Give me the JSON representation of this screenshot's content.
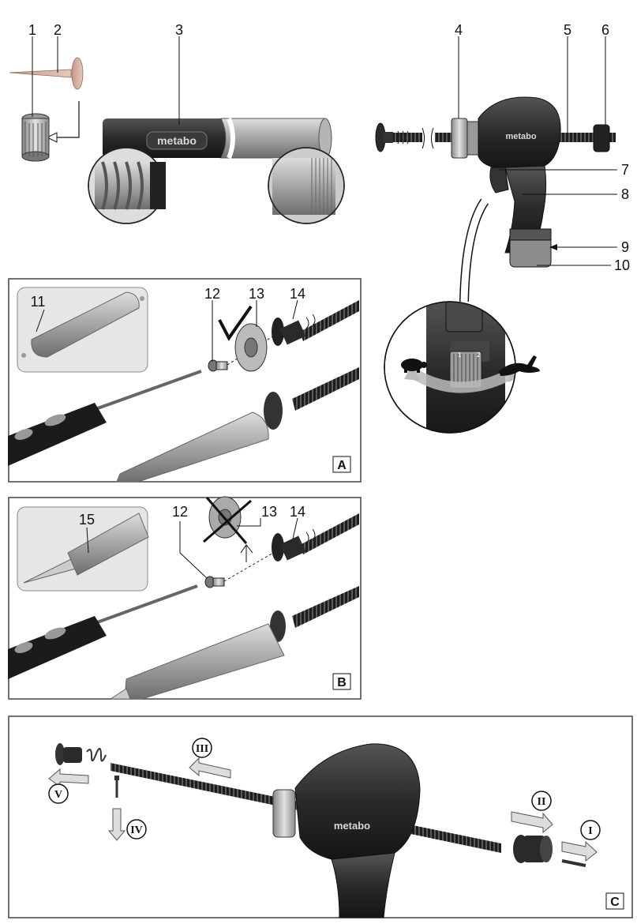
{
  "callouts": [
    "1",
    "2",
    "3",
    "4",
    "5",
    "6",
    "7",
    "8",
    "9",
    "10",
    "11",
    "12",
    "13",
    "14",
    "15"
  ],
  "panels": {
    "a": {
      "letter": "A",
      "callouts": [
        "11",
        "12",
        "13",
        "14"
      ]
    },
    "b": {
      "letter": "B",
      "callouts": [
        "15",
        "12",
        "13",
        "14"
      ]
    },
    "c": {
      "letter": "C",
      "steps": [
        "I",
        "II",
        "III",
        "IV",
        "V"
      ]
    }
  },
  "brand": "metabo",
  "speed_dial": {
    "marks": [
      "1",
      "2"
    ]
  },
  "icons": [
    "turtle-icon",
    "rabbit-icon",
    "check-mark-icon",
    "cross-mark-icon"
  ],
  "colors": {
    "body_dark": "#2b2b2b",
    "metal": "#b9b9b9",
    "panel_bg": "#e6e6e6",
    "frame": "#444444"
  }
}
